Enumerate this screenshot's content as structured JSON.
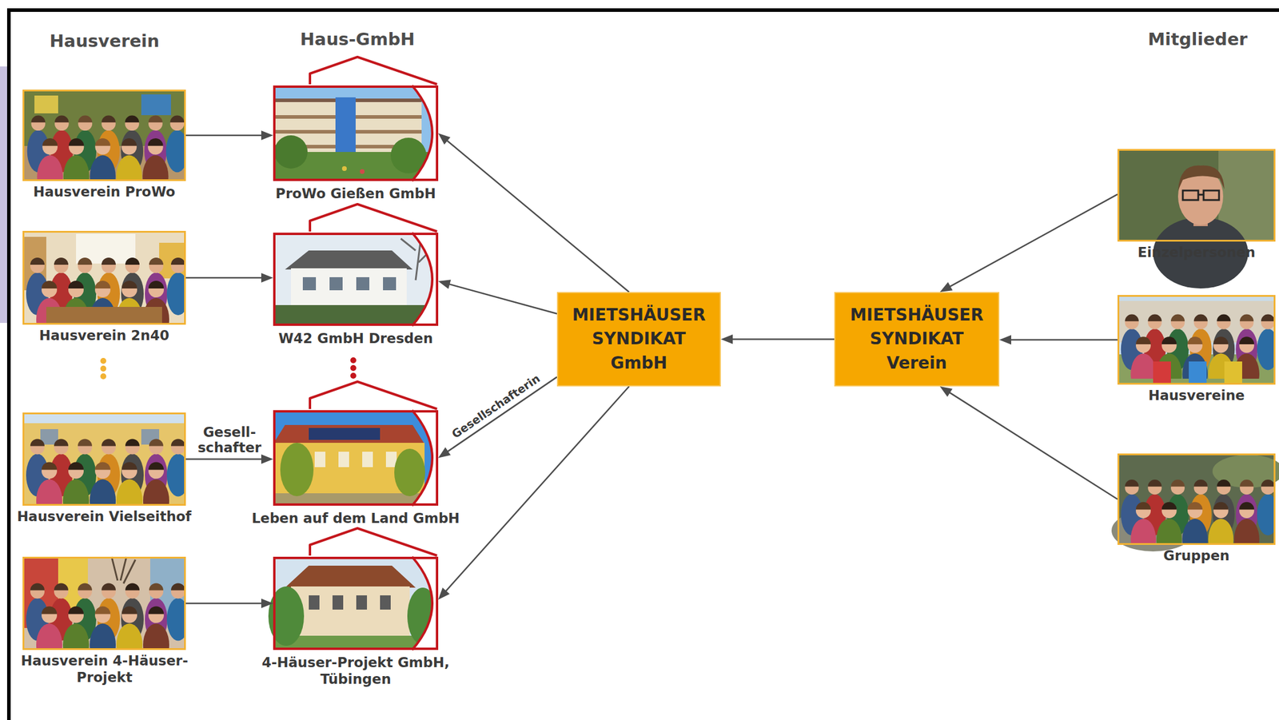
{
  "diagram": {
    "nodes": [
      {
        "text": [
          "Hausverein ProWo"
        ]
      },
      {
        "text": [
          "ProWo Gießen GmbH"
        ]
      },
      {
        "text": [
          "Hausverein 2n40"
        ]
      },
      {
        "text": [
          "W42 GmbH Dresden"
        ]
      },
      {
        "text": [
          "Hausverein Vielseithof"
        ]
      },
      {
        "text": [
          "Leben auf dem Land GmbH"
        ]
      },
      {
        "text": [
          "Hausverein 4-Häuser-Projekt"
        ]
      },
      {
        "text": [
          "4-Häuser-Projekt GmbH, Tübingen"
        ]
      },
      {
        "text": [
          "MIETSHÄUSER SYNDIKAT GmbH"
        ]
      },
      {
        "text": [
          "MIETSHÄUSER SYNDIKAT Verein"
        ]
      },
      {
        "text": [
          "Einzelpersonen"
        ]
      },
      {
        "text": [
          "Hausvereine"
        ]
      },
      {
        "text": [
          "Gruppen"
        ]
      }
    ],
    "edges": [
      {
        "from": 0,
        "to": 1,
        "arrow": "to"
      },
      {
        "from": 2,
        "to": 3,
        "arrow": "to"
      },
      {
        "from": 4,
        "to": 5,
        "label": "Gesell- schafter",
        "arrow": "to"
      },
      {
        "from": 6,
        "to": 7,
        "arrow": "to"
      },
      {
        "from": 8,
        "to": 1,
        "arrow": "to"
      },
      {
        "from": 8,
        "to": 3,
        "arrow": "to"
      },
      {
        "from": 8,
        "to": 5,
        "label": "Gesellschafterin",
        "arrow": "to"
      },
      {
        "from": 8,
        "to": 7,
        "arrow": "to"
      },
      {
        "from": 9,
        "to": 8,
        "arrow": "to"
      },
      {
        "from": 10,
        "to": 9,
        "arrow": "to"
      },
      {
        "from": 11,
        "to": 9,
        "arrow": "to"
      },
      {
        "from": 12,
        "to": 9,
        "arrow": "to"
      }
    ],
    "labels": [
      "Hausverein",
      "Haus-GmbH",
      "Mitglieder"
    ]
  }
}
